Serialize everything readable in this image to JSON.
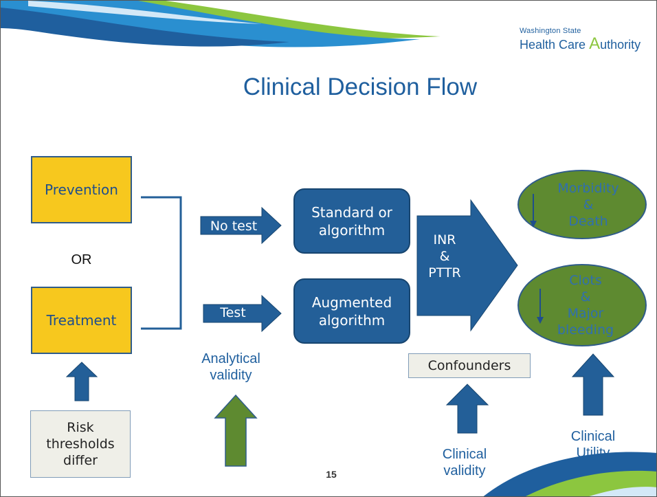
{
  "header": {
    "logo_top": "Washington State",
    "logo_bottom_a": "Health Care ",
    "logo_bottom_A": "A",
    "logo_bottom_b": "uthority"
  },
  "title": "Clinical Decision Flow",
  "nodes": {
    "prevention": "Prevention",
    "or": "OR",
    "treatment": "Treatment",
    "risk": "Risk\nthresholds\ndiffer",
    "no_test": "No test",
    "test": "Test",
    "standard": "Standard or\nalgorithm",
    "augmented": "Augmented\nalgorithm",
    "inr": "INR\n&\nPTTR",
    "morbidity": "Morbidity\n&\nDeath",
    "clots": "Clots\n&\nMajor\nbleeding",
    "confounders": "Confounders",
    "analytical": "Analytical\nvalidity",
    "clinical_validity": "Clinical\nvalidity",
    "clinical_utility": "Clinical\nUtility"
  },
  "page_number": "15",
  "colors": {
    "blue": "#235f98",
    "yellow": "#f7c81e",
    "green": "#5e8a30",
    "teal": "#8cc63f"
  }
}
